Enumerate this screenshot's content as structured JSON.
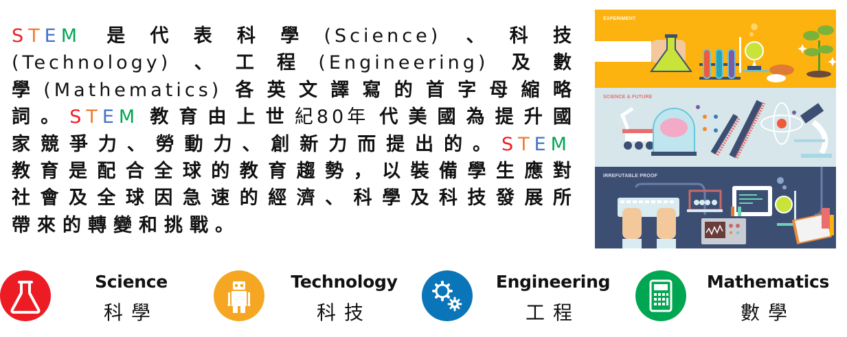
{
  "colors": {
    "S": "#ee1c25",
    "T": "#ed7d31",
    "E": "#4472c4",
    "M": "#00a651"
  },
  "paragraph": {
    "lines": [
      {
        "parts": [
          "STEM",
          "是",
          "代",
          "表",
          "科",
          "學",
          "(Science)",
          "、",
          "科",
          "技"
        ]
      },
      {
        "parts": [
          "(Technology)",
          "、",
          "工",
          "程",
          "(Engineering)",
          "及",
          "數"
        ]
      },
      {
        "parts": [
          "學",
          "(Mathematics)",
          "各",
          "英",
          "文",
          "譯",
          "寫",
          "的",
          "首",
          "字",
          "母",
          "縮",
          "略"
        ]
      },
      {
        "parts": [
          "詞",
          "。",
          "STEM",
          "教",
          "育",
          "由",
          "上",
          "世",
          "紀80年",
          "代",
          "美",
          "國",
          "為",
          "提",
          "升",
          "國"
        ]
      },
      {
        "parts": [
          "家",
          "競",
          "爭",
          "力",
          "、",
          "勞",
          "動",
          "力",
          "、",
          "創",
          "新",
          "力",
          "而",
          "提",
          "出",
          "的",
          "。",
          "STEM"
        ]
      },
      {
        "parts": [
          "教",
          "育",
          "是",
          "配",
          "合",
          "全",
          "球",
          "的",
          "教",
          "育",
          "趨",
          "勢",
          "，",
          "以",
          "裝",
          "備",
          "學",
          "生",
          "應",
          "對"
        ]
      },
      {
        "parts": [
          "社",
          "會",
          "及",
          "全",
          "球",
          "因",
          "急",
          "速",
          "的",
          "經",
          "濟",
          "、",
          "科",
          "學",
          "及",
          "科",
          "技",
          "發",
          "展",
          "所"
        ]
      },
      {
        "parts": [
          "帶",
          "來",
          "的",
          "轉",
          "變",
          "和",
          "挑",
          "戰",
          "。"
        ]
      }
    ]
  },
  "illustration": {
    "panels": [
      {
        "label": "EXPERIMENT",
        "bg": "#fcb20f"
      },
      {
        "label": "SCIENCE & FUTURE",
        "bg": "#d6e6ea"
      },
      {
        "label": "IRREFUTABLE PROOF",
        "bg": "#3d4e73"
      }
    ]
  },
  "categories": [
    {
      "en": "Science",
      "zh": "科學",
      "icon": "flask-icon",
      "color": "#ed1c24"
    },
    {
      "en": "Technology",
      "zh": "科技",
      "icon": "robot-icon",
      "color": "#f5a623"
    },
    {
      "en": "Engineering",
      "zh": "工程",
      "icon": "gears-icon",
      "color": "#0a75b8"
    },
    {
      "en": "Mathematics",
      "zh": "數學",
      "icon": "calculator-icon",
      "color": "#00a651"
    }
  ]
}
